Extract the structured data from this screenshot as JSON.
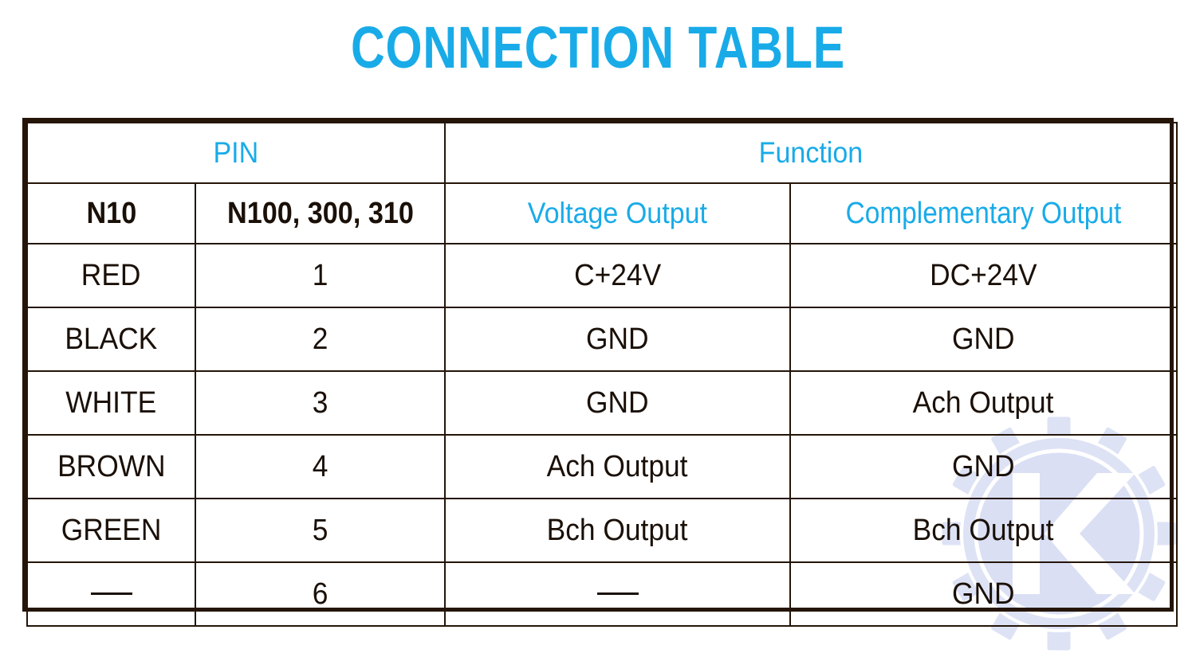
{
  "page": {
    "title": "CONNECTION TABLE",
    "accent_color": "#19ABE8",
    "header_fill": "#AFE5FB",
    "border_color": "#241508",
    "text_color": "#1A1008",
    "background": "#FFFFFF"
  },
  "watermark": {
    "name": "gear-k-logo-watermark",
    "letter": "K",
    "color": "#BCC6EC"
  },
  "table": {
    "group_headers": [
      {
        "label": "PIN",
        "colspan": 2,
        "style": "cyan"
      },
      {
        "label": "Function",
        "colspan": 2,
        "style": "cyan"
      }
    ],
    "columns": [
      {
        "label": "N10",
        "style": "dark-bold"
      },
      {
        "label": "N100, 300, 310",
        "style": "dark-bold"
      },
      {
        "label": "Voltage Output",
        "style": "cyan"
      },
      {
        "label": "Complementary Output",
        "style": "cyan"
      }
    ],
    "rows": [
      {
        "n10": "RED",
        "pin": "1",
        "voltage_output": "C+24V",
        "complementary_output": "DC+24V"
      },
      {
        "n10": "BLACK",
        "pin": "2",
        "voltage_output": "GND",
        "complementary_output": "GND"
      },
      {
        "n10": "WHITE",
        "pin": "3",
        "voltage_output": "GND",
        "complementary_output": "Ach Output"
      },
      {
        "n10": "BROWN",
        "pin": "4",
        "voltage_output": "Ach Output",
        "complementary_output": "GND"
      },
      {
        "n10": "GREEN",
        "pin": "5",
        "voltage_output": "Bch Output",
        "complementary_output": "Bch Output"
      },
      {
        "n10": "—",
        "pin": "6",
        "voltage_output": "—",
        "complementary_output": "GND"
      }
    ]
  }
}
